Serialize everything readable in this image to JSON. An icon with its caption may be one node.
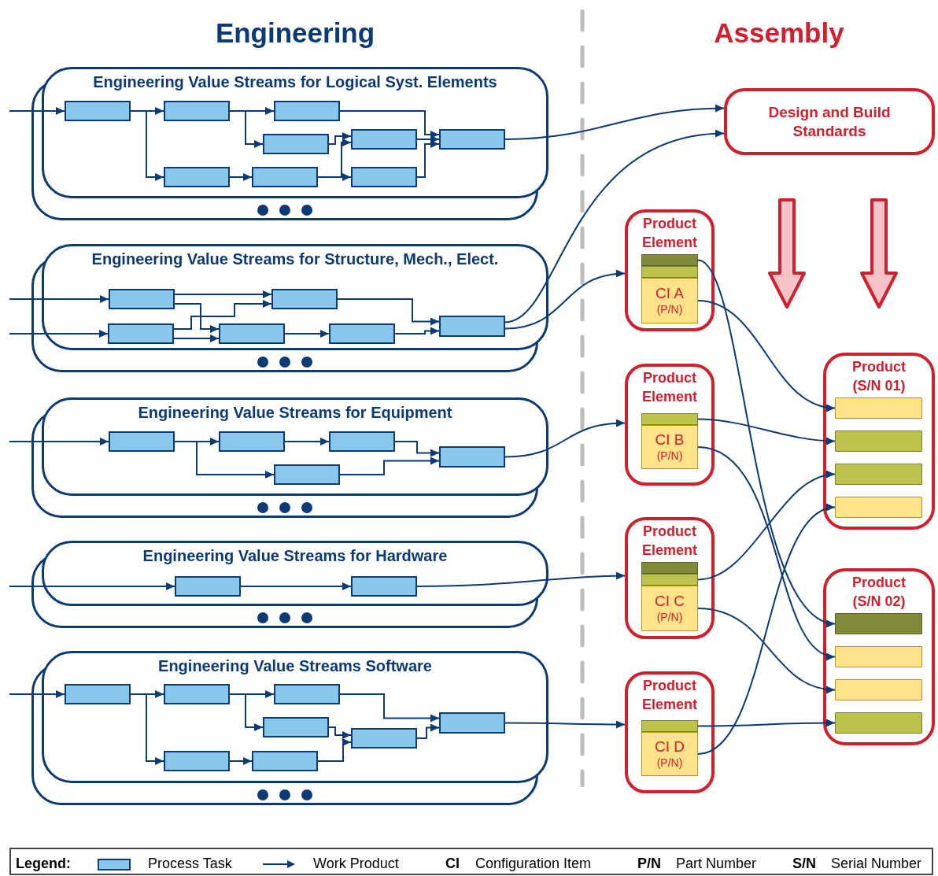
{
  "diagram": {
    "nodes": [
      {
        "text": [
          "Engineering Value Streams for Logical Syst. Elements"
        ]
      },
      {
        "text": [],
        "shape": "box",
        "in": 0
      },
      {
        "text": [],
        "shape": "box",
        "in": 0
      },
      {
        "text": [],
        "shape": "box",
        "in": 0
      },
      {
        "text": [],
        "shape": "box",
        "in": 0
      },
      {
        "text": [],
        "shape": "box",
        "in": 0
      },
      {
        "text": [],
        "shape": "box",
        "in": 0
      },
      {
        "text": [],
        "shape": "box",
        "in": 0
      },
      {
        "text": [],
        "shape": "box",
        "in": 0
      },
      {
        "text": [],
        "shape": "box",
        "in": 0
      },
      {
        "text": [
          "Design and Build Standards"
        ]
      },
      {
        "text": [
          "Engineering Value Streams for Structure, Mech., Elect."
        ]
      },
      {
        "text": [],
        "shape": "box",
        "in": 11
      },
      {
        "text": [],
        "shape": "box",
        "in": 11
      },
      {
        "text": [],
        "shape": "box",
        "in": 11
      },
      {
        "text": [],
        "shape": "box",
        "in": 11
      },
      {
        "text": [],
        "shape": "box",
        "in": 11
      },
      {
        "text": [],
        "shape": "box",
        "in": 11
      },
      {
        "text": [
          "Product Element"
        ]
      },
      {
        "text": [],
        "shape": "box",
        "in": 18
      },
      {
        "text": [],
        "shape": "box",
        "in": 18
      },
      {
        "text": [
          "CI A",
          "(P/N)"
        ],
        "in": 18
      },
      {
        "text": [
          "Engineering Value Streams for Equipment"
        ]
      },
      {
        "text": [],
        "shape": "box",
        "in": 22
      },
      {
        "text": [],
        "shape": "box",
        "in": 22
      },
      {
        "text": [],
        "shape": "box",
        "in": 22
      },
      {
        "text": [],
        "shape": "box",
        "in": 22
      },
      {
        "text": [],
        "shape": "box",
        "in": 22
      },
      {
        "text": [
          "Product Element"
        ]
      },
      {
        "text": [],
        "shape": "box",
        "in": 28
      },
      {
        "text": [
          "CI B",
          "(P/N)"
        ],
        "in": 28
      },
      {
        "text": [
          "Product (S/N 01)"
        ]
      },
      {
        "text": [],
        "shape": "bar",
        "in": 31
      },
      {
        "text": [],
        "shape": "bar",
        "in": 31
      },
      {
        "text": [],
        "shape": "bar",
        "in": 31
      },
      {
        "text": [],
        "shape": "bar",
        "in": 31
      },
      {
        "text": [
          "Engineering Value Streams for Hardware"
        ]
      },
      {
        "text": [],
        "shape": "box",
        "in": 36
      },
      {
        "text": [],
        "shape": "box",
        "in": 36
      },
      {
        "text": [
          "Product Element"
        ]
      },
      {
        "text": [],
        "shape": "box",
        "in": 39
      },
      {
        "text": [],
        "shape": "box",
        "in": 39
      },
      {
        "text": [
          "CI C",
          "(P/N)"
        ],
        "in": 39
      },
      {
        "text": [
          "Product (S/N 02)"
        ]
      },
      {
        "text": [],
        "shape": "bar",
        "in": 43
      },
      {
        "text": [],
        "shape": "bar",
        "in": 43
      },
      {
        "text": [],
        "shape": "bar",
        "in": 43
      },
      {
        "text": [],
        "shape": "bar",
        "in": 43
      },
      {
        "text": [
          "Engineering Value Streams Software"
        ]
      },
      {
        "text": [],
        "shape": "box",
        "in": 48
      },
      {
        "text": [],
        "shape": "box",
        "in": 48
      },
      {
        "text": [],
        "shape": "box",
        "in": 48
      },
      {
        "text": [],
        "shape": "box",
        "in": 48
      },
      {
        "text": [],
        "shape": "box",
        "in": 48
      },
      {
        "text": [],
        "shape": "box",
        "in": 48
      },
      {
        "text": [],
        "shape": "box",
        "in": 48
      },
      {
        "text": [],
        "shape": "box",
        "in": 48
      },
      {
        "text": [
          "Product Element"
        ]
      },
      {
        "text": [],
        "shape": "box",
        "in": 57
      },
      {
        "text": [
          "CI D",
          "(P/N)"
        ],
        "in": 57
      }
    ],
    "edges": [
      {
        "from": null,
        "to": 1,
        "arrow": "to"
      },
      {
        "from": 1,
        "to": 2,
        "arrow": "to"
      },
      {
        "from": 1,
        "to": 7,
        "arrow": "to"
      },
      {
        "from": 2,
        "to": 3,
        "arrow": "to"
      },
      {
        "from": 2,
        "to": 4,
        "arrow": "to"
      },
      {
        "from": 3,
        "to": 6,
        "arrow": "to"
      },
      {
        "from": 4,
        "to": 5,
        "arrow": "to"
      },
      {
        "from": 8,
        "to": 5,
        "arrow": "to"
      },
      {
        "from": 8,
        "to": 9,
        "arrow": "to"
      },
      {
        "from": 5,
        "to": 6,
        "arrow": "to"
      },
      {
        "from": 9,
        "to": 6,
        "arrow": "to"
      },
      {
        "from": 7,
        "to": 8,
        "arrow": "to"
      },
      {
        "from": 6,
        "to": 10,
        "arrow": "to"
      },
      {
        "from": null,
        "to": 12,
        "arrow": "to"
      },
      {
        "from": null,
        "to": 14,
        "arrow": "to"
      },
      {
        "from": 12,
        "to": 13,
        "arrow": "to"
      },
      {
        "from": 12,
        "to": 15,
        "arrow": "to"
      },
      {
        "from": 14,
        "to": 13,
        "arrow": "to"
      },
      {
        "from": 14,
        "to": 15,
        "arrow": "to"
      },
      {
        "from": 15,
        "to": 16,
        "arrow": "to"
      },
      {
        "from": 13,
        "to": 17,
        "arrow": "to"
      },
      {
        "from": 16,
        "to": 17,
        "arrow": "to"
      },
      {
        "from": 17,
        "to": 10,
        "arrow": "to"
      },
      {
        "from": 17,
        "to": 18,
        "arrow": "to"
      },
      {
        "from": null,
        "to": 23,
        "arrow": "to"
      },
      {
        "from": 23,
        "to": 24,
        "arrow": "to"
      },
      {
        "from": 23,
        "to": 27,
        "arrow": "to"
      },
      {
        "from": 24,
        "to": 25,
        "arrow": "to"
      },
      {
        "from": 25,
        "to": 26,
        "arrow": "to"
      },
      {
        "from": 27,
        "to": 26,
        "arrow": "to"
      },
      {
        "from": 26,
        "to": 28,
        "arrow": "to"
      },
      {
        "from": null,
        "to": 37,
        "arrow": "to"
      },
      {
        "from": 37,
        "to": 38,
        "arrow": "to"
      },
      {
        "from": 38,
        "to": 39,
        "arrow": "to"
      },
      {
        "from": null,
        "to": 49,
        "arrow": "to"
      },
      {
        "from": 49,
        "to": 50,
        "arrow": "to"
      },
      {
        "from": 49,
        "to": 55,
        "arrow": "to"
      },
      {
        "from": 50,
        "to": 51,
        "arrow": "to"
      },
      {
        "from": 50,
        "to": 52,
        "arrow": "to"
      },
      {
        "from": 51,
        "to": 54,
        "arrow": "to"
      },
      {
        "from": 52,
        "to": 53,
        "arrow": "to"
      },
      {
        "from": 56,
        "to": 53,
        "arrow": "to"
      },
      {
        "from": 53,
        "to": 54,
        "arrow": "to"
      },
      {
        "from": 55,
        "to": 56,
        "arrow": "to"
      },
      {
        "from": 54,
        "to": 57,
        "arrow": "to"
      },
      {
        "from": 19,
        "to": 44,
        "arrow": "to"
      },
      {
        "from": 21,
        "to": 32,
        "arrow": "to"
      },
      {
        "from": 29,
        "to": 33,
        "arrow": "to"
      },
      {
        "from": 30,
        "to": 45,
        "arrow": "to"
      },
      {
        "from": 41,
        "to": 34,
        "arrow": "to"
      },
      {
        "from": 42,
        "to": 46,
        "arrow": "to"
      },
      {
        "from": 58,
        "to": 47,
        "arrow": "to"
      },
      {
        "from": 59,
        "to": 35,
        "arrow": "to"
      }
    ],
    "labels": [
      "Engineering",
      "Assembly",
      "Legend:",
      "CI",
      "Configuration Item",
      "P/N",
      "Part Number",
      "S/N",
      "Serial Number"
    ],
    "legend": [
      {
        "text": "Process Task",
        "color": "#89c8ec"
      },
      {
        "text": "Work Product"
      }
    ]
  }
}
